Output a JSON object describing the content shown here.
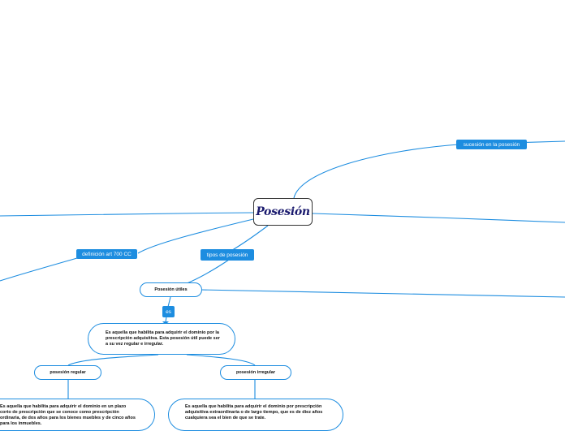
{
  "central": {
    "title": "Posesión"
  },
  "labels": {
    "succession": "sucesión en la posesión",
    "definition": "definición art 700 CC",
    "types": "tipos de posesión",
    "es": "es"
  },
  "nodes": {
    "useful": "Posesión útiles",
    "useful_desc": "Es aquella que habilita para adquirir el dominio por la prescripción adquisitiva. Esta posesión útil puede ser a su vez regular e irregular.",
    "regular": "posesión regular",
    "irregular": "posesión irregular",
    "regular_desc": "Es aquella que habilita para adquirir el dominio en un plazo corto de prescripción que se conoce como prescripción ordinaria, de dos años para los bienes muebles y de cinco años para los inmuebles.",
    "irregular_desc": "Es aquella que habilita para adquirir el dominio por prescripción adquisitiva extraordinaria o de largo tiempo, que es de diez años cualquiera sea el bien de que se trate."
  },
  "colors": {
    "link": "#1d8de0",
    "tag_bg": "#1d8de0",
    "title": "#1a1a6e",
    "border": "#333333"
  }
}
